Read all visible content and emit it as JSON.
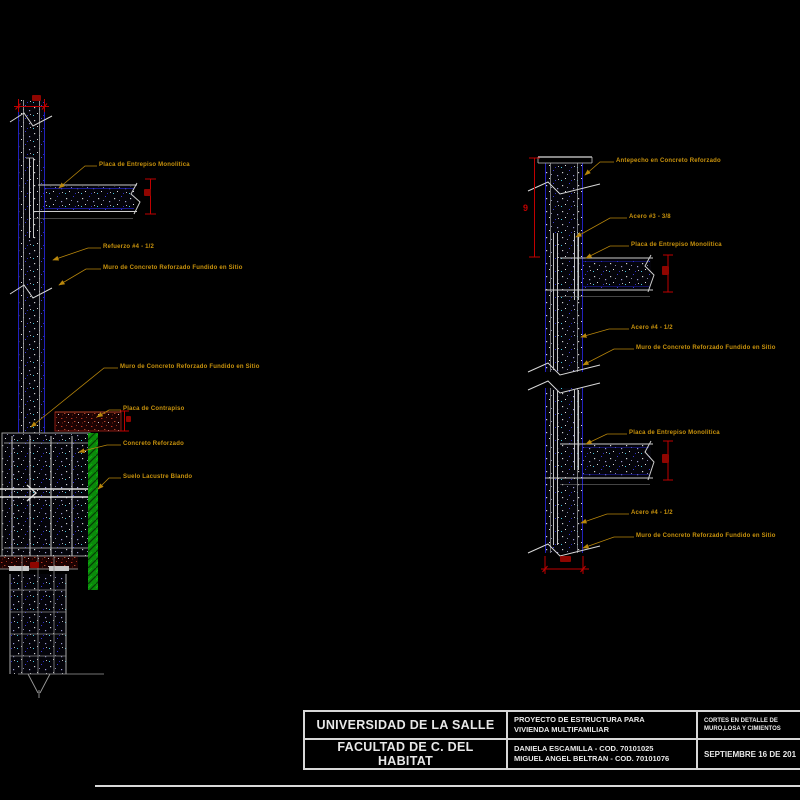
{
  "sheet": {
    "background": "#000000"
  },
  "colors": {
    "annotation": "#c8920c",
    "dimension_red": "#c00000",
    "wall_line_blue": "#2121bd",
    "structure_line": "#cccccc",
    "soil_green": "#0a8a0a",
    "contrapiso_red": "#7d1410",
    "title_text": "#e8e8e8"
  },
  "left_detail": {
    "name": "corte muro - cimentacion",
    "labels": [
      {
        "text": "Placa de Entrepiso Monolitica"
      },
      {
        "text": "Refuerzo #4 - 1/2"
      },
      {
        "text": "Muro de Concreto Reforzado Fundido en Sitio"
      },
      {
        "text": "Muro de Concreto Reforzado Fundido en Sitio"
      },
      {
        "text": "Placa de Contrapiso"
      },
      {
        "text": "Concreto Reforzado"
      },
      {
        "text": "Suelo Lacustre Blando"
      }
    ]
  },
  "right_detail": {
    "name": "corte muro - losas de entrepiso",
    "wall_height_dim": "9",
    "labels": [
      {
        "text": "Antepecho en Concreto Reforzado"
      },
      {
        "text": "Acero #3 - 3/8"
      },
      {
        "text": "Placa de Entrepiso Monolitica"
      },
      {
        "text": "Acero #4 - 1/2"
      },
      {
        "text": "Muro de Concreto Reforzado Fundido en Sitio"
      },
      {
        "text": "Placa de Entrepiso Monolitica"
      },
      {
        "text": "Acero #4 - 1/2"
      },
      {
        "text": "Muro de Concreto Reforzado Fundido en Sitio"
      }
    ]
  },
  "title_block": {
    "university": "UNIVERSIDAD DE LA SALLE",
    "faculty": "FACULTAD DE C. DEL HABITAT",
    "project": [
      "PROYECTO DE ESTRUCTURA PARA",
      "VIVIENDA MULTIFAMILIAR"
    ],
    "authors": [
      "DANIELA ESCAMILLA - COD. 70101025",
      "MIGUEL ANGEL BELTRAN - COD. 70101076"
    ],
    "sheet_title": [
      "CORTES EN DETALLE DE",
      "MURO,LOSA Y CIMIENTOS"
    ],
    "date": "SEPTIEMBRE 16 DE 201"
  }
}
